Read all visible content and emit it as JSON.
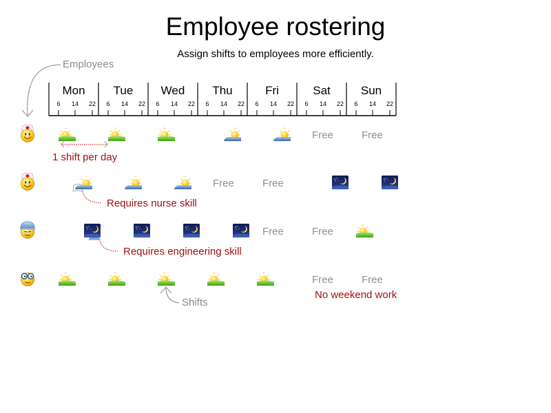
{
  "header": {
    "title": "Employee rostering",
    "subtitle": "Assign shifts to employees more efficiently."
  },
  "timeline": {
    "days": [
      "Mon",
      "Tue",
      "Wed",
      "Thu",
      "Fri",
      "Sat",
      "Sun"
    ],
    "hours": [
      "6",
      "14",
      "22"
    ]
  },
  "annotations": {
    "employees": "Employees",
    "shifts": "Shifts",
    "one_shift_per_day": "1 shift per day",
    "requires_nurse": "Requires nurse skill",
    "requires_engineering": "Requires engineering skill",
    "no_weekend": "No weekend work"
  },
  "free_label": "Free",
  "colors": {
    "constraint_red": "#a50d0d",
    "note_grey": "#8a8a8a",
    "morning_green": "#6cc52a",
    "afternoon_blue": "#5b86c3",
    "night_navy": "#1c2a6b"
  },
  "employees": [
    {
      "name": "nurse-1",
      "icon": "nurse-face-icon",
      "shifts": [
        {
          "day": "Mon",
          "type": "morning"
        },
        {
          "day": "Tue",
          "type": "morning"
        },
        {
          "day": "Wed",
          "type": "morning"
        },
        {
          "day": "Thu",
          "type": "afternoon"
        },
        {
          "day": "Fri",
          "type": "afternoon"
        },
        {
          "day": "Sat",
          "type": "free"
        },
        {
          "day": "Sun",
          "type": "free"
        }
      ]
    },
    {
      "name": "nurse-2",
      "icon": "nurse-face-icon",
      "shifts": [
        {
          "day": "Mon",
          "type": "afternoon",
          "skill": "nurse"
        },
        {
          "day": "Tue",
          "type": "afternoon"
        },
        {
          "day": "Wed",
          "type": "afternoon"
        },
        {
          "day": "Thu",
          "type": "free"
        },
        {
          "day": "Fri",
          "type": "free"
        },
        {
          "day": "Sat",
          "type": "night"
        },
        {
          "day": "Sun",
          "type": "night"
        }
      ]
    },
    {
      "name": "engineer",
      "icon": "engineer-face-icon",
      "shifts": [
        {
          "day": "Mon",
          "type": "night",
          "skill": "engineering"
        },
        {
          "day": "Tue",
          "type": "night"
        },
        {
          "day": "Wed",
          "type": "night"
        },
        {
          "day": "Thu",
          "type": "night"
        },
        {
          "day": "Fri",
          "type": "free"
        },
        {
          "day": "Sat",
          "type": "free"
        },
        {
          "day": "Sun",
          "type": "morning"
        }
      ]
    },
    {
      "name": "glasses",
      "icon": "glasses-face-icon",
      "shifts": [
        {
          "day": "Mon",
          "type": "morning"
        },
        {
          "day": "Tue",
          "type": "morning"
        },
        {
          "day": "Wed",
          "type": "morning"
        },
        {
          "day": "Thu",
          "type": "morning"
        },
        {
          "day": "Fri",
          "type": "morning"
        },
        {
          "day": "Sat",
          "type": "free"
        },
        {
          "day": "Sun",
          "type": "free"
        }
      ]
    }
  ]
}
